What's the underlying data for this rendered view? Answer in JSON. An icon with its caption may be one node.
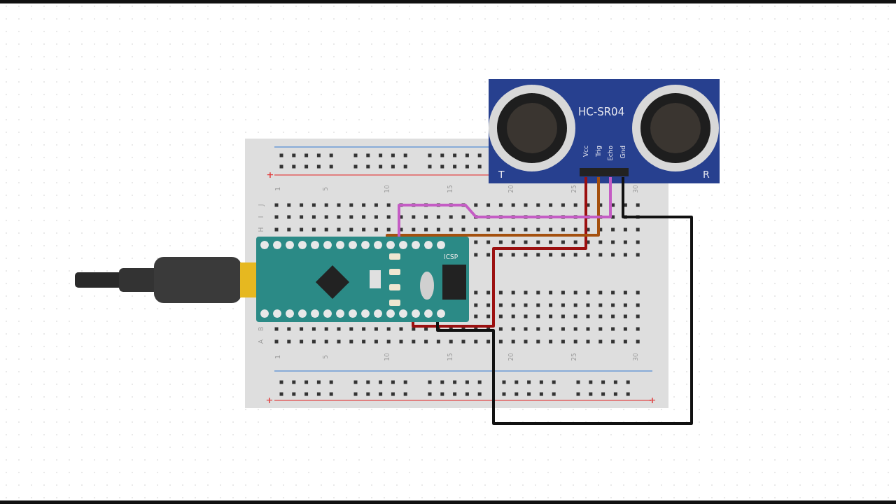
{
  "diagram": {
    "nodes": [
      {
        "text": [
          "HC-SR04",
          "T",
          "R"
        ]
      },
      {
        "text": [
          "Vcc"
        ],
        "in": 0
      },
      {
        "text": [
          "Trig"
        ],
        "in": 0
      },
      {
        "text": [
          "Echo"
        ],
        "in": 0
      },
      {
        "text": [
          "Gnd"
        ],
        "in": 0
      },
      {
        "text": [
          "ICSP"
        ]
      }
    ],
    "edges": [
      {
        "from": 1,
        "to": 5,
        "arrow": "none",
        "color": "#9b1010"
      },
      {
        "from": 2,
        "to": 5,
        "arrow": "none",
        "color": "#a4500e"
      },
      {
        "from": 3,
        "to": 5,
        "arrow": "none",
        "color": "#c45cc4"
      },
      {
        "from": 4,
        "to": 5,
        "arrow": "none",
        "color": "#111111"
      }
    ],
    "labels": [
      "+",
      "1",
      "5",
      "10",
      "15",
      "20",
      "25",
      "30",
      "J",
      "I",
      "H",
      "B",
      "A",
      "1",
      "5",
      "10",
      "15",
      "20",
      "25",
      "30",
      "+",
      "+"
    ]
  }
}
